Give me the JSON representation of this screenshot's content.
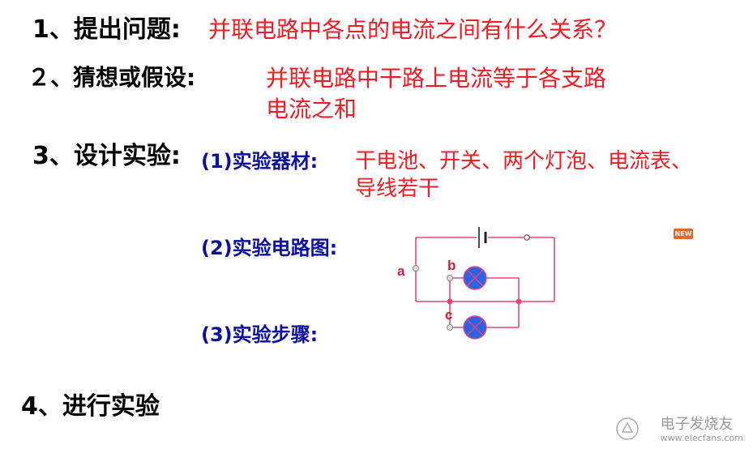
{
  "items": [
    {
      "label": "1、提出问题:",
      "answer": "并联电路中各点的电流之间有什么关系？"
    },
    {
      "label": "２、猜想或假设:",
      "answer_lines": [
        "并联电路中干路上电流等于各支路",
        "电流之和"
      ]
    },
    {
      "label": "3、设计实验:",
      "sub": "(1)实验器材:",
      "answer_lines": [
        "干电池、开关、两个灯泡、电流表、",
        "导线若干"
      ]
    },
    {
      "sub": "(2)实验电路图:"
    },
    {
      "sub": "(3)实验步骤:"
    },
    {
      "label": "4、进行实验"
    }
  ],
  "circuit": {
    "node_labels": [
      "a",
      "b",
      "c"
    ],
    "wire_color": "#e6457a",
    "lamp_color": "#2b63e6",
    "node_color": "#e6457a"
  },
  "badge": "NEW",
  "watermark": {
    "text": "电子发烧友",
    "url": "www.elecfans.com"
  }
}
